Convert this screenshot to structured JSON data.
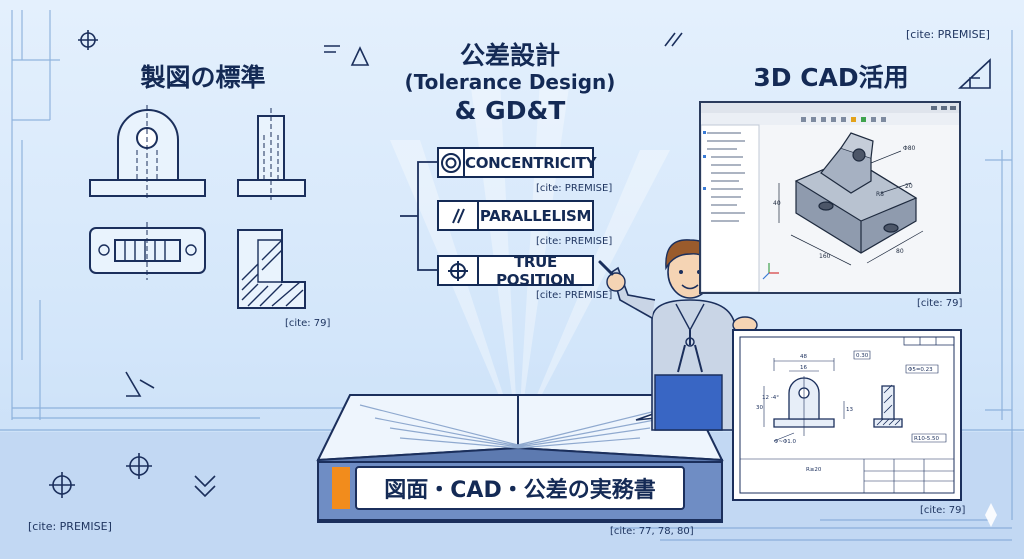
{
  "headings": {
    "drafting_standards": "製図の標準",
    "tolerance_title_jp": "公差設計",
    "tolerance_title_en": "(Tolerance Design)",
    "gdt_title": "& GD&T",
    "cad_title": "3D CAD活用"
  },
  "gdt_rows": [
    {
      "label": "CONCENTRICITY",
      "icon": "concentricity-icon"
    },
    {
      "label": "PARALLELISM",
      "icon": "parallelism-icon"
    },
    {
      "label": "TRUE POSITION",
      "icon": "true-position-icon"
    }
  ],
  "book": {
    "title": "図面・CAD・公差の実務書"
  },
  "cites": {
    "top_right": "[cite: PREMISE]",
    "concentricity": "[cite: PREMISE]",
    "parallelism": "[cite: PREMISE]",
    "true_position": "[cite: PREMISE]",
    "drafting": "[cite: 79]",
    "cad": "[cite: 79]",
    "drawing": "[cite: 79]",
    "bottom_left": "[cite: PREMISE]",
    "book": "[cite: 77, 78, 80]"
  },
  "cad_dims": {
    "d1": "Φ80",
    "d2": "40",
    "d3": "R8",
    "d4": "160",
    "d5": "80",
    "d6": "20"
  },
  "drawing_dims": {
    "w1": "48",
    "w2": "16",
    "h1": "30",
    "h2": "13",
    "ang": "12 -4°",
    "dia": "Φ~Φ1.0",
    "rad": "R≥20",
    "tol1": "0.30",
    "tol2": "Φ5=0.23",
    "tol3": "R10-5.50"
  },
  "colors": {
    "navy": "#142a55",
    "accent_orange": "#f28c1c",
    "background": "#d7e9fb"
  }
}
